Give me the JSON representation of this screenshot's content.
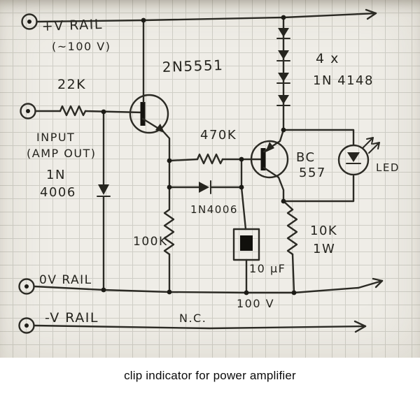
{
  "caption": "clip indicator for power amplifier",
  "labels": {
    "v_plus_rail": "+V RAIL",
    "v_plus_note": "(~100 V)",
    "r_22k": "22K",
    "input_name": "INPUT",
    "input_note": "(AMP OUT)",
    "q1_part": "2N5551",
    "r_470k": "470K",
    "diode_chain_qty": "4 x",
    "diode_chain_part": "1N 4148",
    "q2_part_line1": "BC",
    "q2_part_line2": "557",
    "led": "LED",
    "d1_line1": "1N",
    "d1_line2": "4006",
    "d2_part": "1N4006",
    "r_100k": "100K",
    "cap_value": "10 µF",
    "cap_voltage": "100 V",
    "r_10k": "10K",
    "r_10k_power": "1W",
    "zero_rail": "0V RAIL",
    "minus_rail": "-V RAIL",
    "minus_rail_note": "N.C."
  }
}
